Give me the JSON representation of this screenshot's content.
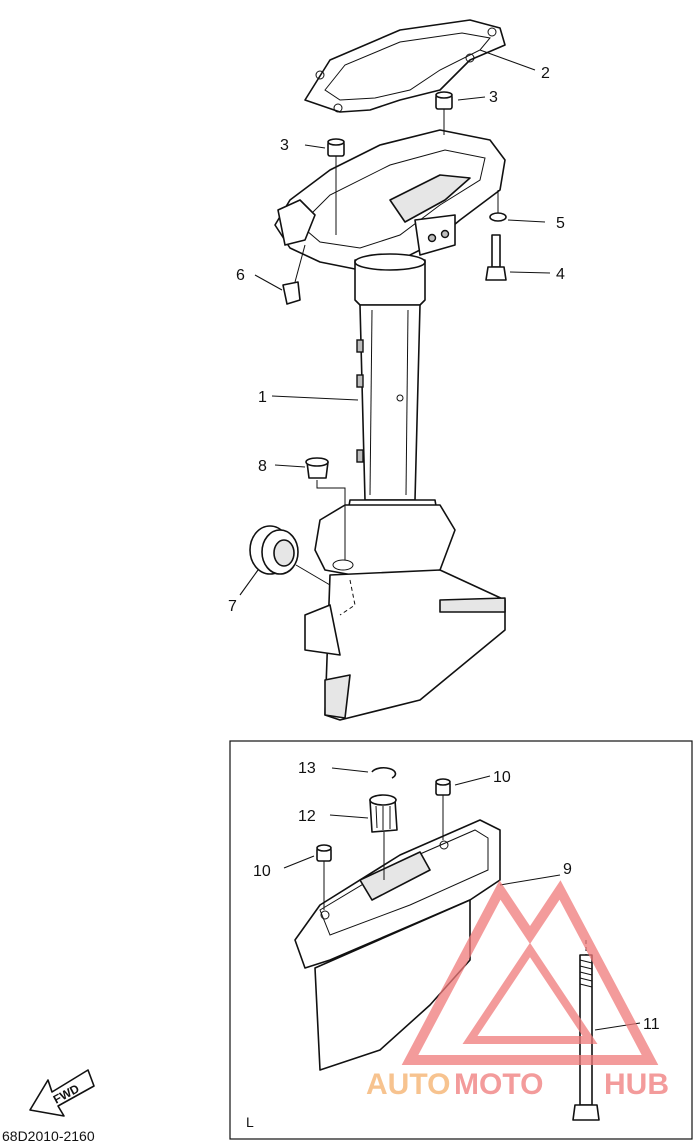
{
  "diagram": {
    "callouts": [
      {
        "id": "c1",
        "label": "1"
      },
      {
        "id": "c2",
        "label": "2"
      },
      {
        "id": "c3a",
        "label": "3"
      },
      {
        "id": "c3b",
        "label": "3"
      },
      {
        "id": "c4",
        "label": "4"
      },
      {
        "id": "c5",
        "label": "5"
      },
      {
        "id": "c6",
        "label": "6"
      },
      {
        "id": "c7",
        "label": "7"
      },
      {
        "id": "c8",
        "label": "8"
      },
      {
        "id": "c9",
        "label": "9"
      },
      {
        "id": "c10a",
        "label": "10"
      },
      {
        "id": "c10b",
        "label": "10"
      },
      {
        "id": "c11",
        "label": "11"
      },
      {
        "id": "c12",
        "label": "12"
      },
      {
        "id": "c13",
        "label": "13"
      }
    ],
    "inset_label": "L",
    "direction_arrow": "FWD",
    "drawing_code": "68D2010-2160",
    "watermark": {
      "part1": "AUTO",
      "part2": "MOTO",
      "part3": "HUB",
      "color_primary": "#f07a7a",
      "color_secondary": "#f5b06a"
    }
  }
}
